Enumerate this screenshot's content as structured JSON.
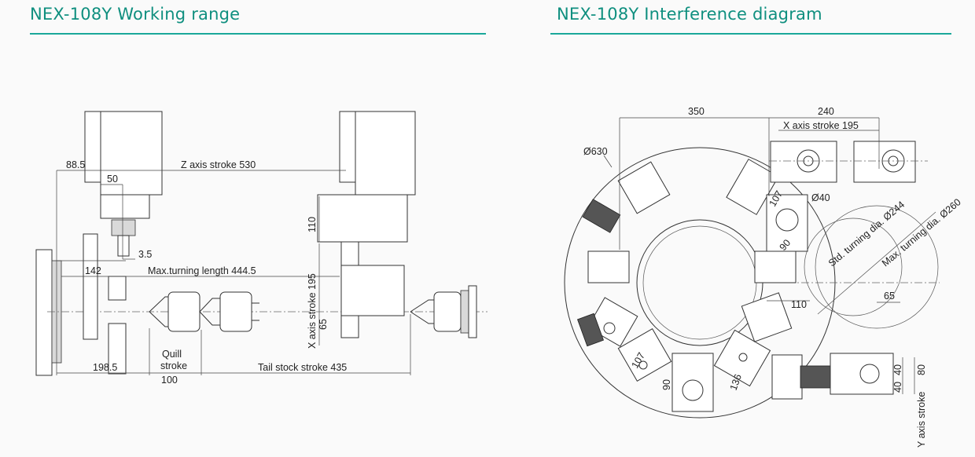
{
  "left_panel": {
    "title": "NEX-108Y Working range",
    "labels": {
      "d88_5": "88.5",
      "z_stroke": "Z axis stroke 530",
      "d50": "50",
      "d110": "110",
      "d3_5": "3.5",
      "d142": "142",
      "max_turning": "Max.turning length 444.5",
      "x_stroke": "X axis stroke 195",
      "d65": "65",
      "quill_1": "Quill",
      "quill_2": "stroke",
      "d100": "100",
      "d198_5": "198.5",
      "tail_stroke": "Tail stock stroke 435"
    }
  },
  "right_panel": {
    "title": "NEX-108Y Interference diagram",
    "labels": {
      "d350": "350",
      "d240": "240",
      "x_stroke": "X axis stroke 195",
      "dia630": "Ø630",
      "dia40": "Ø40",
      "d107a": "107",
      "d90a": "90",
      "d110": "110",
      "std_turning": "Std. turning dia. Ø244",
      "max_turning": "Max. turning dia. Ø260",
      "d65": "65",
      "d107b": "107",
      "d90b": "90",
      "d136": "136",
      "d40a": "40",
      "d40b": "40",
      "d80": "80",
      "y_stroke": "Y axis stroke"
    }
  },
  "colors": {
    "title": "#0f8f7f",
    "rule": "#1aa89a",
    "background": "#fafafa"
  }
}
